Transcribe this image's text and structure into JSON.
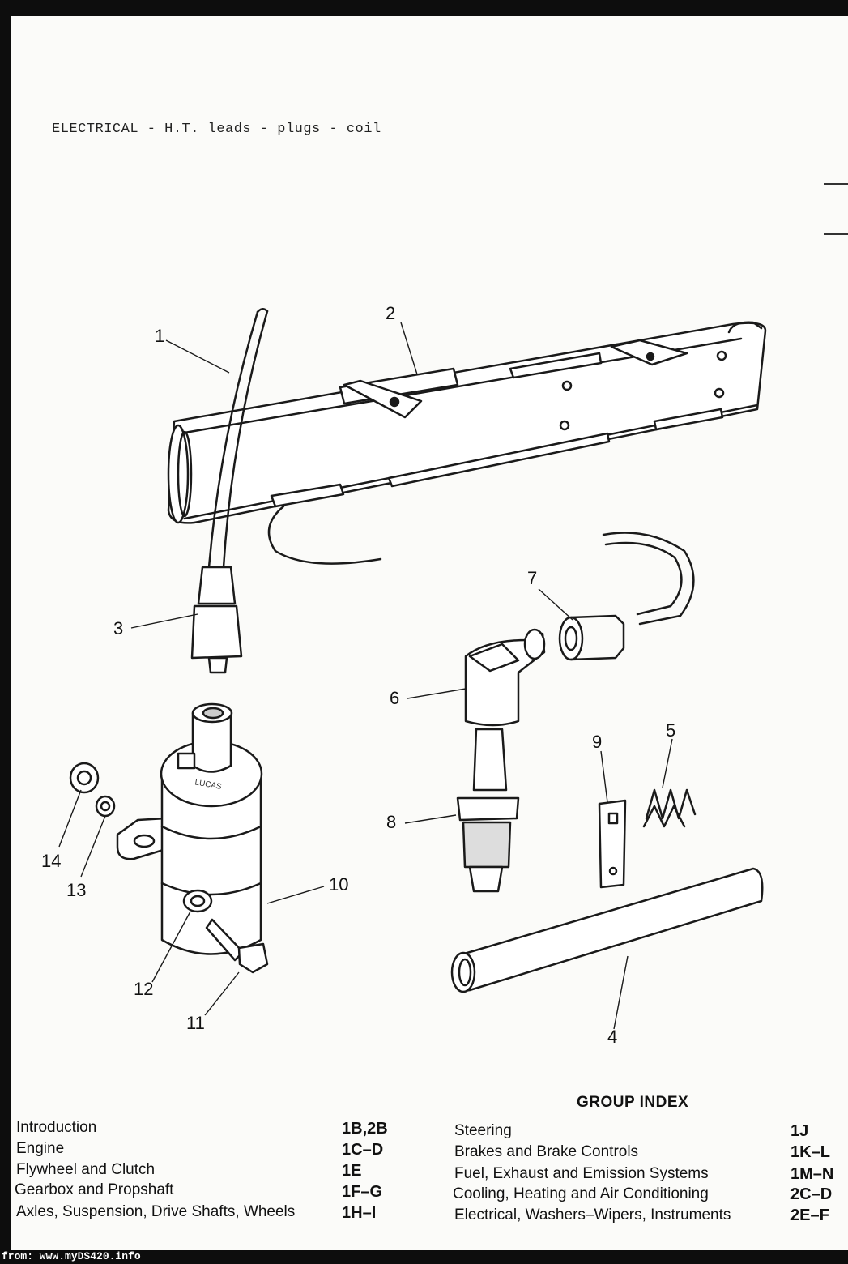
{
  "page": {
    "title": "ELECTRICAL - H.T. leads - plugs - coil",
    "footer": "from: www.myDS420.info"
  },
  "diagram": {
    "callouts": [
      "1",
      "2",
      "3",
      "4",
      "5",
      "6",
      "7",
      "8",
      "9",
      "10",
      "11",
      "12",
      "13",
      "14"
    ],
    "coil_text": "LUCAS"
  },
  "group_index": {
    "heading": "GROUP INDEX",
    "left": [
      {
        "label": "Introduction",
        "code": "1B,2B"
      },
      {
        "label": "Engine",
        "code": "1C–D"
      },
      {
        "label": "Flywheel and Clutch",
        "code": "1E"
      },
      {
        "label": "Gearbox and Propshaft",
        "code": "1F–G"
      },
      {
        "label": "Axles, Suspension, Drive Shafts, Wheels",
        "code": "1H–I"
      }
    ],
    "right": [
      {
        "label": "Steering",
        "code": "1J"
      },
      {
        "label": "Brakes and Brake Controls",
        "code": "1K–L"
      },
      {
        "label": "Fuel, Exhaust and Emission Systems",
        "code": "1M–N"
      },
      {
        "label": "Cooling, Heating and Air Conditioning",
        "code": "2C–D"
      },
      {
        "label": "Electrical, Washers–Wipers, Instruments",
        "code": "2E–F"
      }
    ]
  }
}
